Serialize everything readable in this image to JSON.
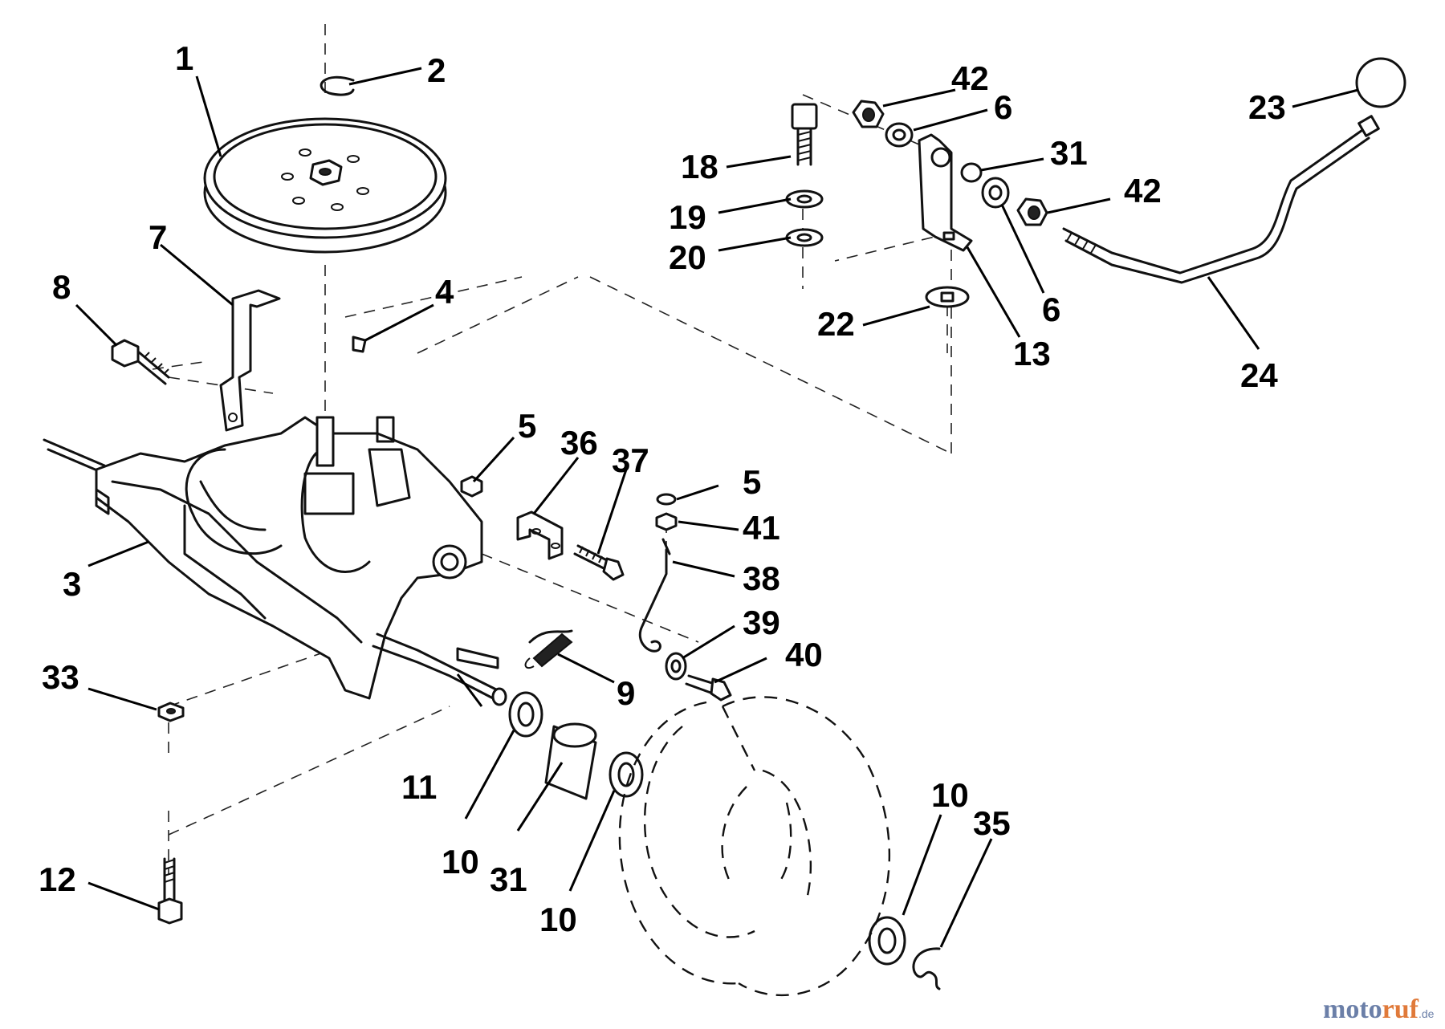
{
  "diagram": {
    "callouts": [
      {
        "id": "c-1",
        "text": "1"
      },
      {
        "id": "c-2",
        "text": "2"
      },
      {
        "id": "c-3",
        "text": "3"
      },
      {
        "id": "c-4",
        "text": "4"
      },
      {
        "id": "c-5a",
        "text": "5"
      },
      {
        "id": "c-5b",
        "text": "5"
      },
      {
        "id": "c-6a",
        "text": "6"
      },
      {
        "id": "c-6b",
        "text": "6"
      },
      {
        "id": "c-7",
        "text": "7"
      },
      {
        "id": "c-8",
        "text": "8"
      },
      {
        "id": "c-9",
        "text": "9"
      },
      {
        "id": "c-10a",
        "text": "10"
      },
      {
        "id": "c-10b",
        "text": "10"
      },
      {
        "id": "c-10c",
        "text": "10"
      },
      {
        "id": "c-11",
        "text": "11"
      },
      {
        "id": "c-12",
        "text": "12"
      },
      {
        "id": "c-13",
        "text": "13"
      },
      {
        "id": "c-18",
        "text": "18"
      },
      {
        "id": "c-19",
        "text": "19"
      },
      {
        "id": "c-20",
        "text": "20"
      },
      {
        "id": "c-22",
        "text": "22"
      },
      {
        "id": "c-23",
        "text": "23"
      },
      {
        "id": "c-24",
        "text": "24"
      },
      {
        "id": "c-31a",
        "text": "31"
      },
      {
        "id": "c-31b",
        "text": "31"
      },
      {
        "id": "c-33",
        "text": "33"
      },
      {
        "id": "c-35",
        "text": "35"
      },
      {
        "id": "c-36",
        "text": "36"
      },
      {
        "id": "c-37",
        "text": "37"
      },
      {
        "id": "c-38",
        "text": "38"
      },
      {
        "id": "c-39",
        "text": "39"
      },
      {
        "id": "c-40",
        "text": "40"
      },
      {
        "id": "c-41",
        "text": "41"
      },
      {
        "id": "c-42a",
        "text": "42"
      },
      {
        "id": "c-42b",
        "text": "42"
      }
    ]
  },
  "watermark": {
    "part1": "moto",
    "part2": "ruf",
    "suffix": ".de"
  }
}
